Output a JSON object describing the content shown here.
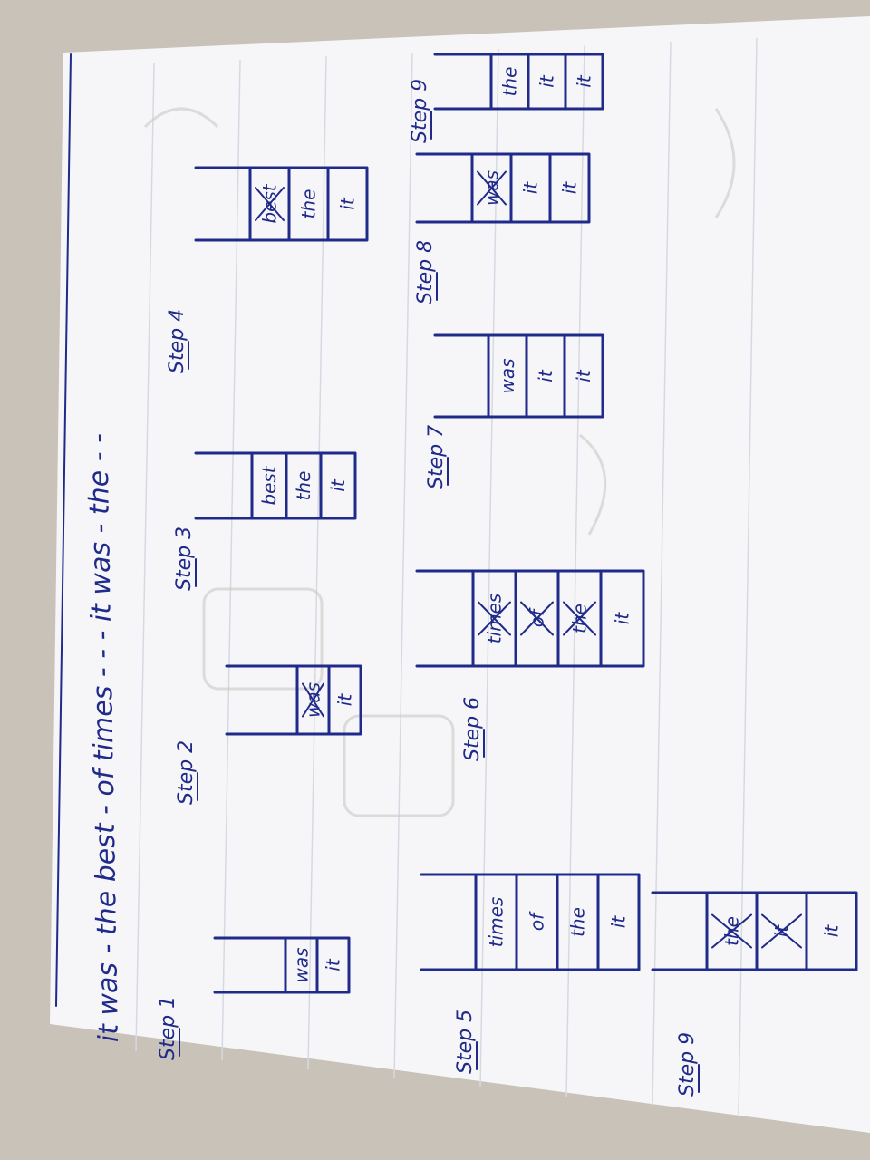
{
  "header": {
    "text": "it was - the best - of times - - - it was - the - -"
  },
  "steps": [
    {
      "id": "step1",
      "label": "Step 1",
      "cells": [
        "was",
        "it"
      ],
      "struck": []
    },
    {
      "id": "step2",
      "label": "Step 2",
      "cells": [
        "was",
        "it"
      ],
      "struck": [
        0
      ]
    },
    {
      "id": "step3",
      "label": "Step 3",
      "cells": [
        "best",
        "the",
        "it"
      ],
      "struck": []
    },
    {
      "id": "step4",
      "label": "Step 4",
      "cells": [
        "best",
        "the",
        "it"
      ],
      "struck": [
        0
      ]
    },
    {
      "id": "step5",
      "label": "Step 5",
      "cells": [
        "times",
        "of",
        "the",
        "it"
      ],
      "struck": []
    },
    {
      "id": "step6",
      "label": "Step 6",
      "cells": [
        "times",
        "of",
        "the",
        "it"
      ],
      "struck": [
        0,
        1,
        2
      ]
    },
    {
      "id": "step7",
      "label": "Step 7",
      "cells": [
        "was",
        "it",
        "it"
      ],
      "struck": []
    },
    {
      "id": "step8",
      "label": "Step 8",
      "cells": [
        "was",
        "it",
        "it"
      ],
      "struck": [
        0
      ]
    },
    {
      "id": "step9a",
      "label": "Step 9",
      "cells": [
        "the",
        "it",
        "it"
      ],
      "struck": []
    },
    {
      "id": "step9b",
      "label": "Step 9",
      "cells": [
        "the",
        "it",
        "it"
      ],
      "struck": [
        0,
        1
      ]
    }
  ],
  "colors": {
    "ink": "#1f2a8a",
    "paper": "#f6f6f8",
    "desk": "#c9c2b8"
  }
}
